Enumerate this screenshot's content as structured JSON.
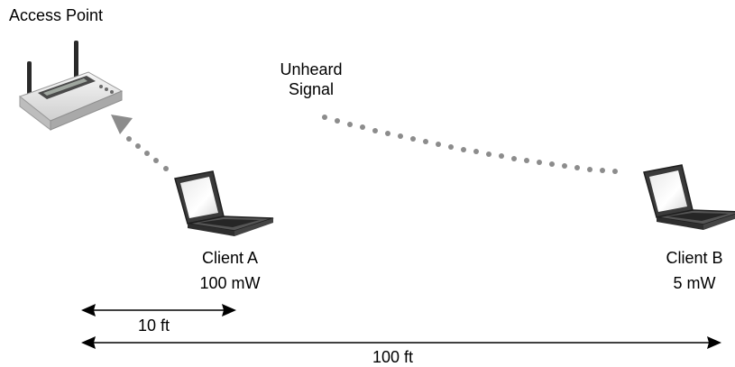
{
  "access_point": {
    "label": "Access Point"
  },
  "unheard": {
    "line1": "Unheard",
    "line2": "Signal"
  },
  "client_a": {
    "name": "Client A",
    "power": "100 mW"
  },
  "client_b": {
    "name": "Client B",
    "power": "5 mW"
  },
  "distances": {
    "short": "10 ft",
    "long": "100 ft"
  },
  "colors": {
    "signal_dots": "#8c8c8c",
    "arrows": "#000000",
    "device_body": "#e8e8e8",
    "laptop_dark": "#3a3a3a"
  },
  "icons": {
    "access_point": "wireless-router-icon",
    "client_a": "laptop-icon",
    "client_b": "laptop-icon"
  }
}
